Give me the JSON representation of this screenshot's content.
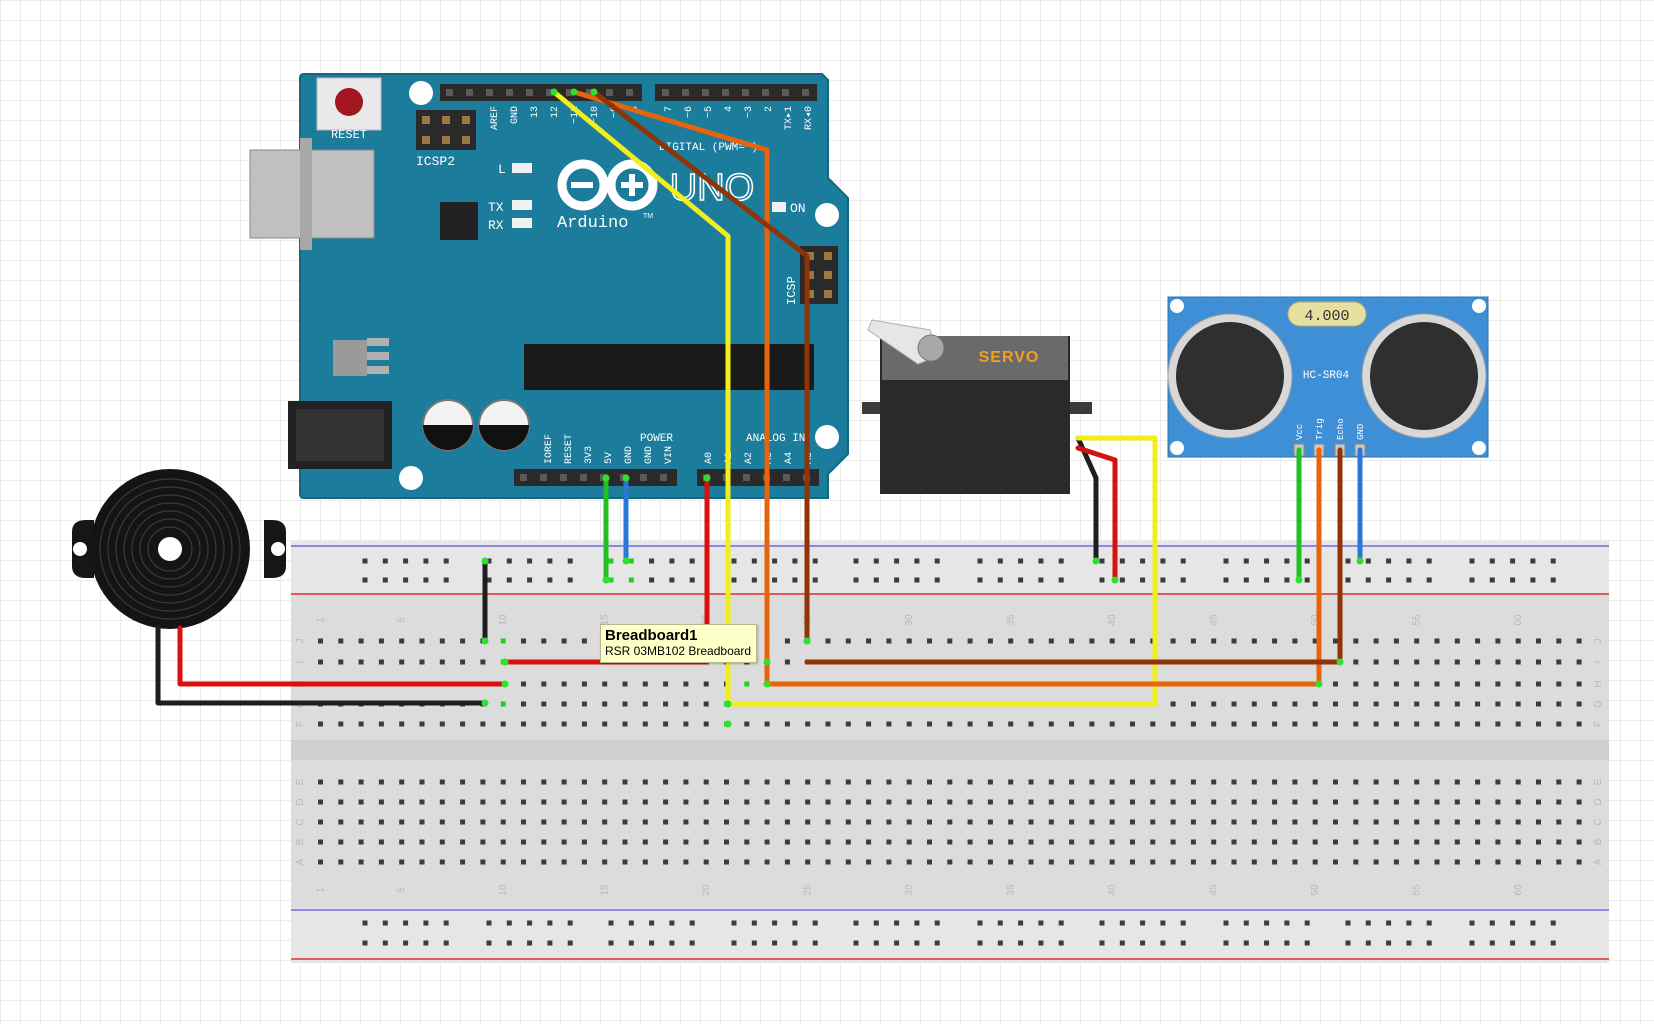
{
  "arduino": {
    "reset_label": "RESET",
    "icsp2_label": "ICSP2",
    "icsp_label": "ICSP",
    "brand": "Arduino",
    "trademark": "TM",
    "uno": "UNO",
    "l_label": "L",
    "tx_label": "TX",
    "rx_label": "RX",
    "on_label": "ON",
    "digital_label": "DIGITAL (PWM=~)",
    "power_label": "POWER",
    "analog_label": "ANALOG IN",
    "top_pins": [
      "AREF",
      "GND",
      "13",
      "12",
      "~11",
      "~10",
      "~9",
      "8"
    ],
    "top_pins2": [
      "7",
      "~6",
      "~5",
      "4",
      "~3",
      "2",
      "TX▸1",
      "RX◂0"
    ],
    "bottom_pins": [
      "IOREF",
      "RESET",
      "3V3",
      "5V",
      "GND",
      "GND",
      "VIN"
    ],
    "analog_pins": [
      "A0",
      "A1",
      "A2",
      "A3",
      "A4",
      "A5"
    ]
  },
  "servo": {
    "label": "SERVO"
  },
  "sensor": {
    "crystal": "4.000",
    "model": "HC-SR04",
    "pins": [
      "Vcc",
      "Trig",
      "Echo",
      "GND"
    ]
  },
  "breadboard": {
    "column_numbers": [
      "1",
      "5",
      "10",
      "15",
      "20",
      "25",
      "30",
      "35",
      "40",
      "45",
      "50",
      "55",
      "60"
    ],
    "upper_rows": [
      "J",
      "I",
      "H",
      "G",
      "F"
    ],
    "lower_rows": [
      "E",
      "D",
      "C",
      "B",
      "A"
    ]
  },
  "tooltip": {
    "title": "Breadboard1",
    "subtitle": "RSR 03MB102 Breadboard"
  },
  "colors": {
    "board": "#1b7c9c",
    "wire_yellow": "#f2ee1a",
    "wire_orange": "#e8640c",
    "wire_brown": "#8e3406",
    "wire_red": "#d81010",
    "wire_black": "#1e1e1e",
    "wire_green": "#22c022",
    "wire_blue": "#2a78d6",
    "sensor_board": "#3f8fd6"
  }
}
